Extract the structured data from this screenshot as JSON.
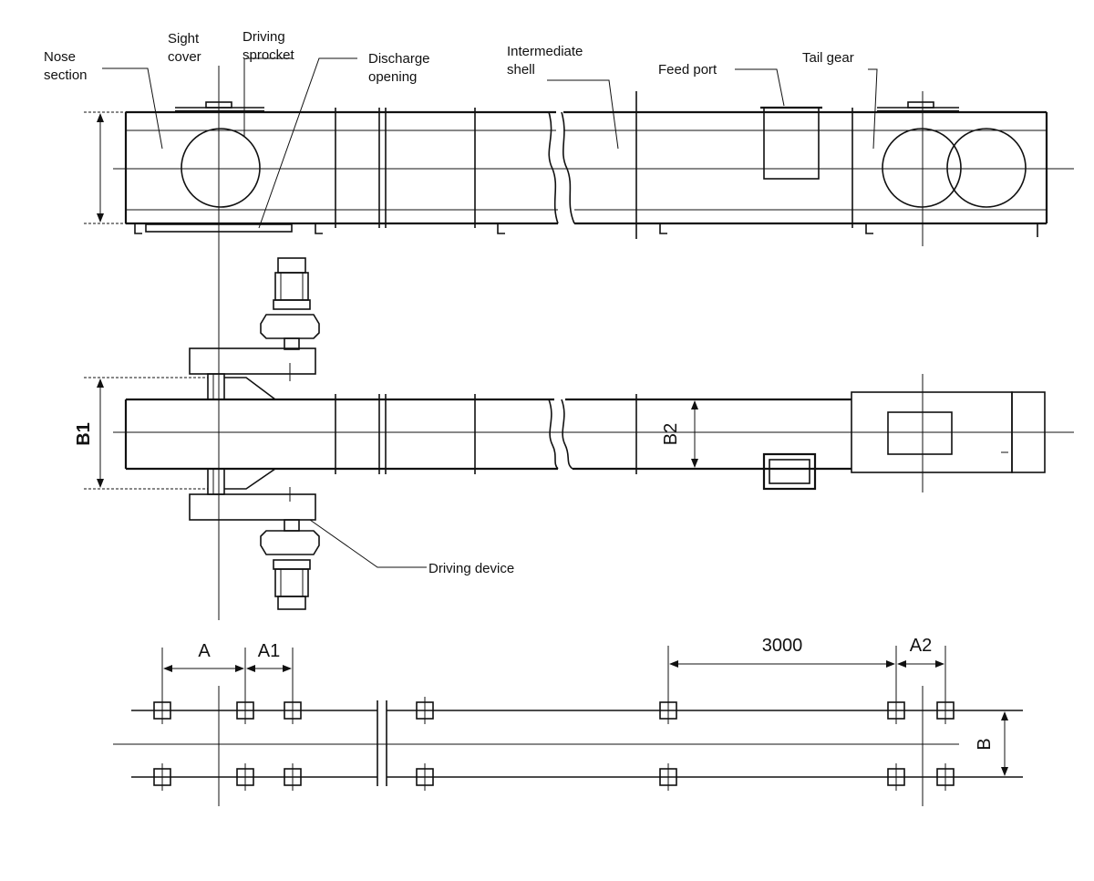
{
  "labels": {
    "nose_section": [
      "Nose",
      "section"
    ],
    "sight_cover": [
      "Sight",
      "cover"
    ],
    "driving_sprocket": [
      "Driving",
      "sprocket"
    ],
    "discharge_opening": [
      "Discharge",
      "opening"
    ],
    "intermediate_shell": [
      "Intermediate",
      "shell"
    ],
    "feed_port": "Feed port",
    "tail_gear": "Tail gear",
    "driving_device": "Driving device"
  },
  "dimensions": {
    "b1": "B1",
    "b2": "B2",
    "a": "A",
    "a1": "A1",
    "spacing": "3000",
    "a2": "A2",
    "b": "B"
  },
  "colors": {
    "line": "#111111",
    "background": "#ffffff"
  }
}
